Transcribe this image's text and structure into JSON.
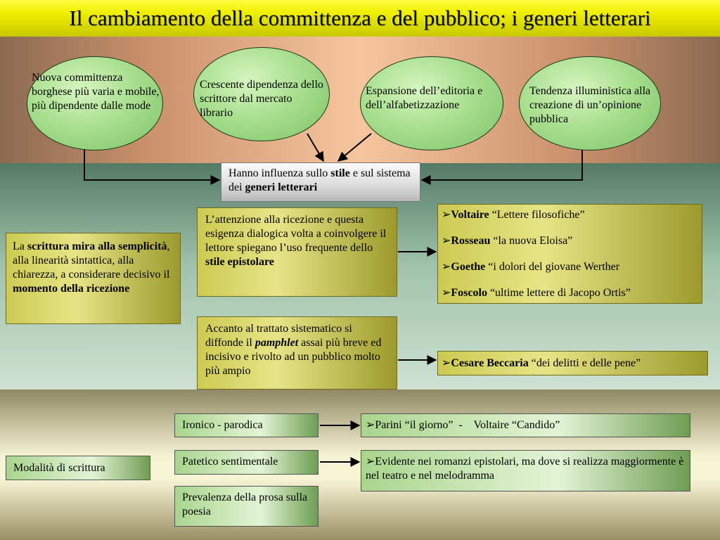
{
  "title": "Il cambiamento della committenza e del pubblico; i generi letterari",
  "ellipses": [
    {
      "text": "Nuova committenza borghese più varia e mobile, più dipendente dalle mode"
    },
    {
      "text": "Crescente dipendenza dello scrittore dal mercato librario"
    },
    {
      "text": "Espansione dell’editoria e dell’alfabetizzazione"
    },
    {
      "text": "Tendenza illuministica alla creazione di un’opinione pubblica"
    }
  ],
  "center_box": {
    "p1": "Hanno influenza sullo ",
    "b1": "stile",
    "p2": " e sul sistema dei ",
    "b2": "generi letterari"
  },
  "left_box": {
    "p1": "La ",
    "b1": "scrittura mira alla semplicità",
    "p2": ", alla linearità sintattica, alla chiarezza, a considerare decisivo il ",
    "b2": "momento della ricezione"
  },
  "mid_box1": {
    "p1": "L’attenzione alla ricezione e questa esigenza dialogica volta a coinvolgere il lettore spiegano l’uso frequente dello ",
    "b1": "stile epistolare"
  },
  "mid_box2": {
    "p1": "Accanto al trattato sistematico si diffonde il ",
    "bi1": "pamphlet",
    "p2": " assai più breve ed incisivo e rivolto ad un pubblico molto più ampio"
  },
  "authors": [
    {
      "bullet": "➢",
      "name": "Voltaire",
      "work": " “Lettere filosofiche”"
    },
    {
      "bullet": "➢",
      "name": "Rosseau",
      "work": " “la nuova Eloisa”"
    },
    {
      "bullet": "➢",
      "name": "Goethe",
      "work": " “i dolori del giovane Werther"
    },
    {
      "bullet": "➢",
      "name": "Foscolo",
      "work": " “ultime lettere di Jacopo Ortis”"
    }
  ],
  "beccaria": {
    "bullet": "➢",
    "name": "Cesare Beccaria",
    "work": " “dei delitti e delle pene”"
  },
  "modalita": {
    "label": "Modalità di scrittura"
  },
  "modes": [
    {
      "label": "Ironico - parodica"
    },
    {
      "label": "Patetico sentimentale"
    },
    {
      "label": "Prevalenza della prosa sulla poesia"
    }
  ],
  "results": [
    {
      "bullet": "➢",
      "text": "Parini “il giorno”  -    Voltaire “Candido”"
    },
    {
      "bullet": "➢",
      "text": "Evidente nei romanzi epistolari, ma dove si realizza maggiormente è nel teatro e nel melodramma"
    }
  ],
  "colors": {
    "title_bg": "#f0f000",
    "ellipse_fill": "#a9df8f",
    "gold_box": "#e7e487",
    "green_box": "#c8e8b4"
  }
}
